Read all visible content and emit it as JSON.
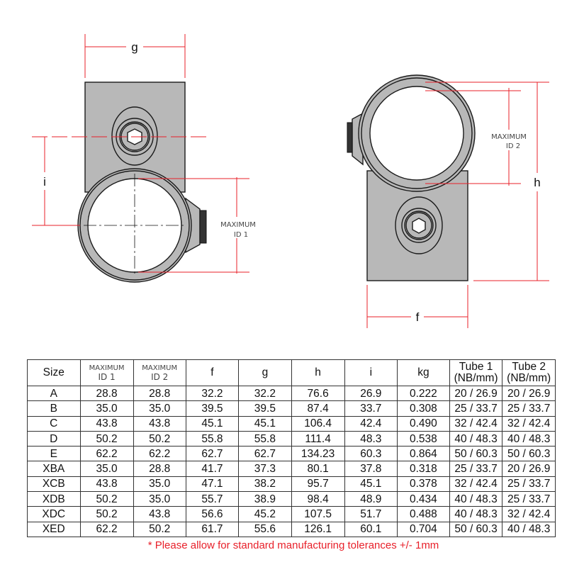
{
  "drawing": {
    "left_view": {
      "g_label": "g",
      "i_label": "i",
      "max_label": "MAXIMUM",
      "id_label": "ID 1"
    },
    "right_view": {
      "h_label": "h",
      "f_label": "f",
      "max_label": "MAXIMUM",
      "id_label": "ID 2"
    },
    "colors": {
      "dimension": "#e8202a",
      "part": "#b8b8b8"
    }
  },
  "table": {
    "headers": {
      "size": "Size",
      "id1_max": "MAXIMUM",
      "id1": "ID 1",
      "id2_max": "MAXIMUM",
      "id2": "ID 2",
      "f": "f",
      "g": "g",
      "h": "h",
      "i": "i",
      "kg": "kg",
      "tube1": "Tube 1",
      "tube1_unit": "(NB/mm)",
      "tube2": "Tube 2",
      "tube2_unit": "(NB/mm)"
    },
    "rows": [
      [
        "A",
        "28.8",
        "28.8",
        "32.2",
        "32.2",
        "76.6",
        "26.9",
        "0.222",
        "20 / 26.9",
        "20 / 26.9"
      ],
      [
        "B",
        "35.0",
        "35.0",
        "39.5",
        "39.5",
        "87.4",
        "33.7",
        "0.308",
        "25 / 33.7",
        "25 / 33.7"
      ],
      [
        "C",
        "43.8",
        "43.8",
        "45.1",
        "45.1",
        "106.4",
        "42.4",
        "0.490",
        "32 / 42.4",
        "32 / 42.4"
      ],
      [
        "D",
        "50.2",
        "50.2",
        "55.8",
        "55.8",
        "111.4",
        "48.3",
        "0.538",
        "40 / 48.3",
        "40 / 48.3"
      ],
      [
        "E",
        "62.2",
        "62.2",
        "62.7",
        "62.7",
        "134.23",
        "60.3",
        "0.864",
        "50 / 60.3",
        "50 / 60.3"
      ],
      [
        "XBA",
        "35.0",
        "28.8",
        "41.7",
        "37.3",
        "80.1",
        "37.8",
        "0.318",
        "25 / 33.7",
        "20 / 26.9"
      ],
      [
        "XCB",
        "43.8",
        "35.0",
        "47.1",
        "38.2",
        "95.7",
        "45.1",
        "0.378",
        "32 / 42.4",
        "25 / 33.7"
      ],
      [
        "XDB",
        "50.2",
        "35.0",
        "55.7",
        "38.9",
        "98.4",
        "48.9",
        "0.434",
        "40 / 48.3",
        "25 / 33.7"
      ],
      [
        "XDC",
        "50.2",
        "43.8",
        "56.6",
        "45.2",
        "107.5",
        "51.7",
        "0.488",
        "40 / 48.3",
        "32 / 42.4"
      ],
      [
        "XED",
        "62.2",
        "50.2",
        "61.7",
        "55.6",
        "126.1",
        "60.1",
        "0.704",
        "50 / 60.3",
        "40 / 48.3"
      ]
    ]
  },
  "footnote": "* Please allow for standard manufacturing tolerances +/- 1mm"
}
